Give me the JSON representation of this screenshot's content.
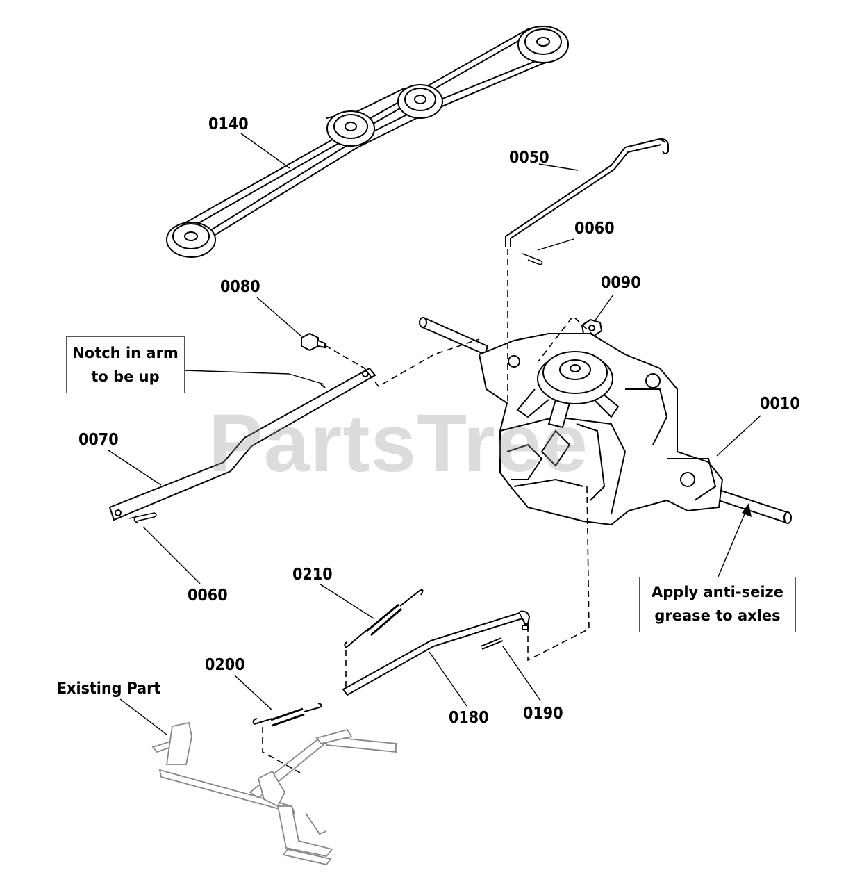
{
  "watermark": "PartsTree",
  "callouts": {
    "c0140": "0140",
    "c0050": "0050",
    "c0060_top": "0060",
    "c0080": "0080",
    "c0090": "0090",
    "c0010": "0010",
    "c0070": "0070",
    "c0060_bottom": "0060",
    "c0210": "0210",
    "c0200": "0200",
    "c0180": "0180",
    "c0190": "0190"
  },
  "notes": {
    "notch_line1": "Notch in arm",
    "notch_line2": "to be up",
    "antiseize_line1": "Apply anti-seize",
    "antiseize_line2": "grease to axles",
    "existing_part": "Existing Part"
  }
}
